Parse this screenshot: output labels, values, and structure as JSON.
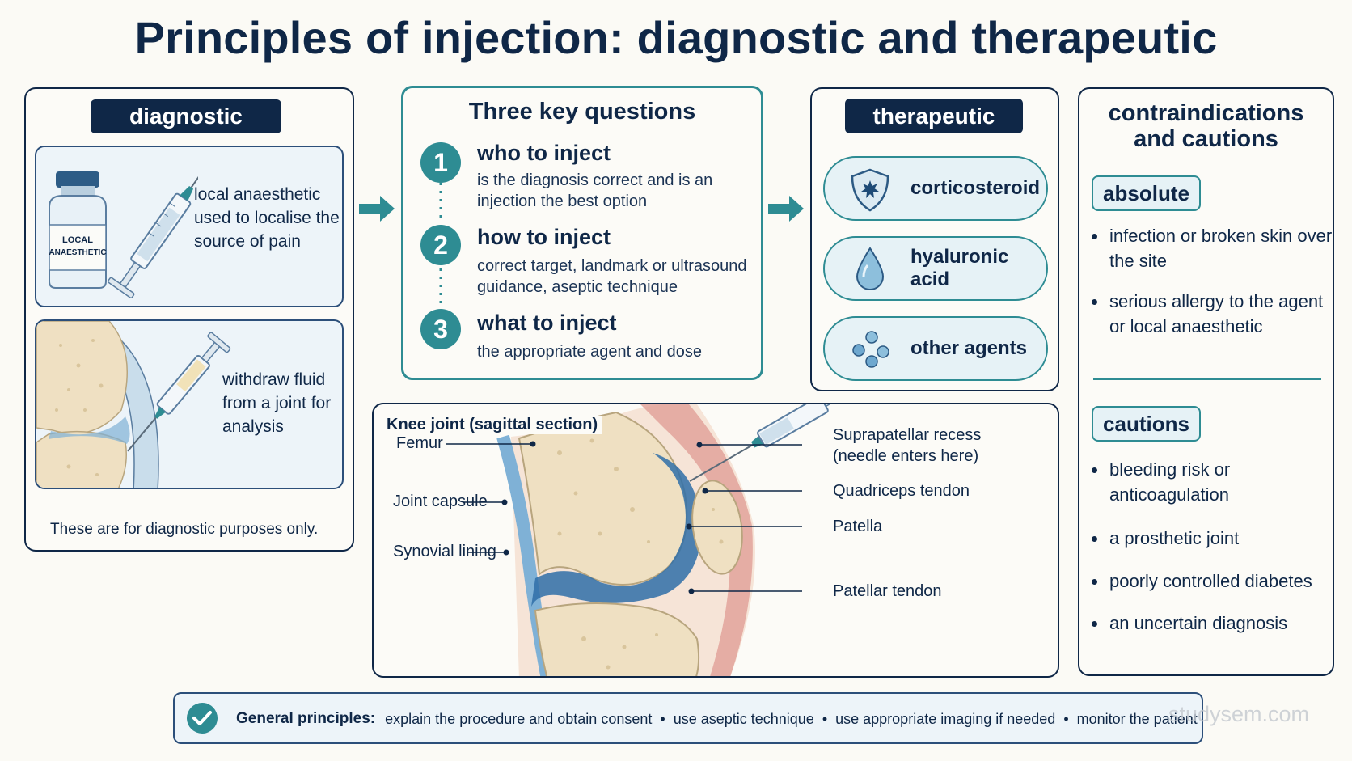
{
  "title": "Principles of injection: diagnostic and therapeutic",
  "diagnostic": {
    "header": "diagnostic",
    "vial_label_line1": "LOCAL",
    "vial_label_line2": "ANAESTHETIC",
    "item1": "local anaesthetic used to localise the source of pain",
    "item2": "withdraw fluid from a joint for analysis",
    "footnote": "These are for diagnostic purposes only."
  },
  "questions": {
    "header": "Three key questions",
    "items": [
      {
        "number": "1",
        "title": "who to inject",
        "desc": "is the diagnosis correct and is an injection the best option"
      },
      {
        "number": "2",
        "title": "how to inject",
        "desc": "correct target, landmark or ultrasound guidance, aseptic technique"
      },
      {
        "number": "3",
        "title": "what to inject",
        "desc": "the appropriate agent and dose"
      }
    ]
  },
  "therapeutic": {
    "header": "therapeutic",
    "agents": [
      {
        "label": "corticosteroid",
        "icon": "shield-icon"
      },
      {
        "label": "hyaluronic acid",
        "icon": "droplet-icon"
      },
      {
        "label": "other agents",
        "icon": "molecules-icon"
      }
    ]
  },
  "contraindications": {
    "header_line1": "contraindications",
    "header_line2": "and cautions",
    "absolute_label": "absolute",
    "absolute_items": [
      "infection or broken skin over the site",
      "serious allergy to the agent or local anaesthetic"
    ],
    "cautions_label": "cautions",
    "caution_items": [
      "bleeding risk or anticoagulation",
      "a prosthetic joint",
      "poorly controlled diabetes",
      "an uncertain diagnosis"
    ]
  },
  "knee": {
    "title": "Knee joint (sagittal section)",
    "labels": {
      "femur": "Femur",
      "joint_capsule": "Joint capsule",
      "synovial_lining": "Synovial lining",
      "suprapatellar_1": "Suprapatellar recess",
      "suprapatellar_2": "(needle enters here)",
      "quadriceps": "Quadriceps tendon",
      "patella": "Patella",
      "patellar_tendon": "Patellar tendon"
    }
  },
  "footer": {
    "label": "General principles:",
    "items": [
      "explain the procedure and obtain consent",
      "use aseptic technique",
      "use appropriate imaging if needed",
      "monitor the patient"
    ],
    "separator": "•",
    "watermark": "studysem.com"
  },
  "colors": {
    "navy": "#0f2747",
    "teal": "#2e8c93",
    "light_blue": "#edf4f9",
    "bone": "#efe0c2"
  }
}
